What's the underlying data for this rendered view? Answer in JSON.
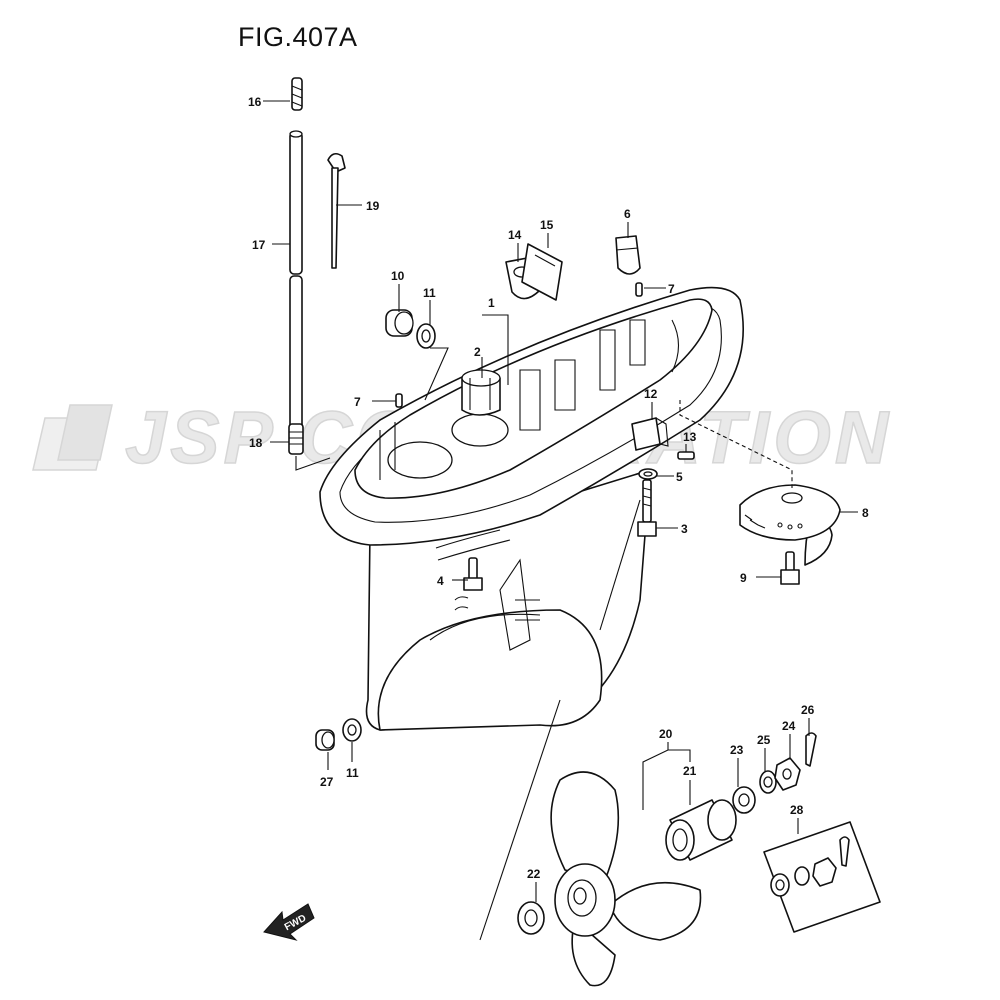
{
  "figure": {
    "title": "FIG.407A",
    "watermark": "JSP CORPORATION",
    "fwd_label": "FWD"
  },
  "callouts": {
    "c1": "1",
    "c2": "2",
    "c3": "3",
    "c4": "4",
    "c5": "5",
    "c6": "6",
    "c7a": "7",
    "c7b": "7",
    "c8": "8",
    "c9": "9",
    "c10": "10",
    "c11a": "11",
    "c11b": "11",
    "c12": "12",
    "c13": "13",
    "c14": "14",
    "c15": "15",
    "c16": "16",
    "c17": "17",
    "c18": "18",
    "c19": "19",
    "c20": "20",
    "c21": "21",
    "c22": "22",
    "c23": "23",
    "c24": "24",
    "c25": "25",
    "c26": "26",
    "c27": "27",
    "c28": "28"
  }
}
